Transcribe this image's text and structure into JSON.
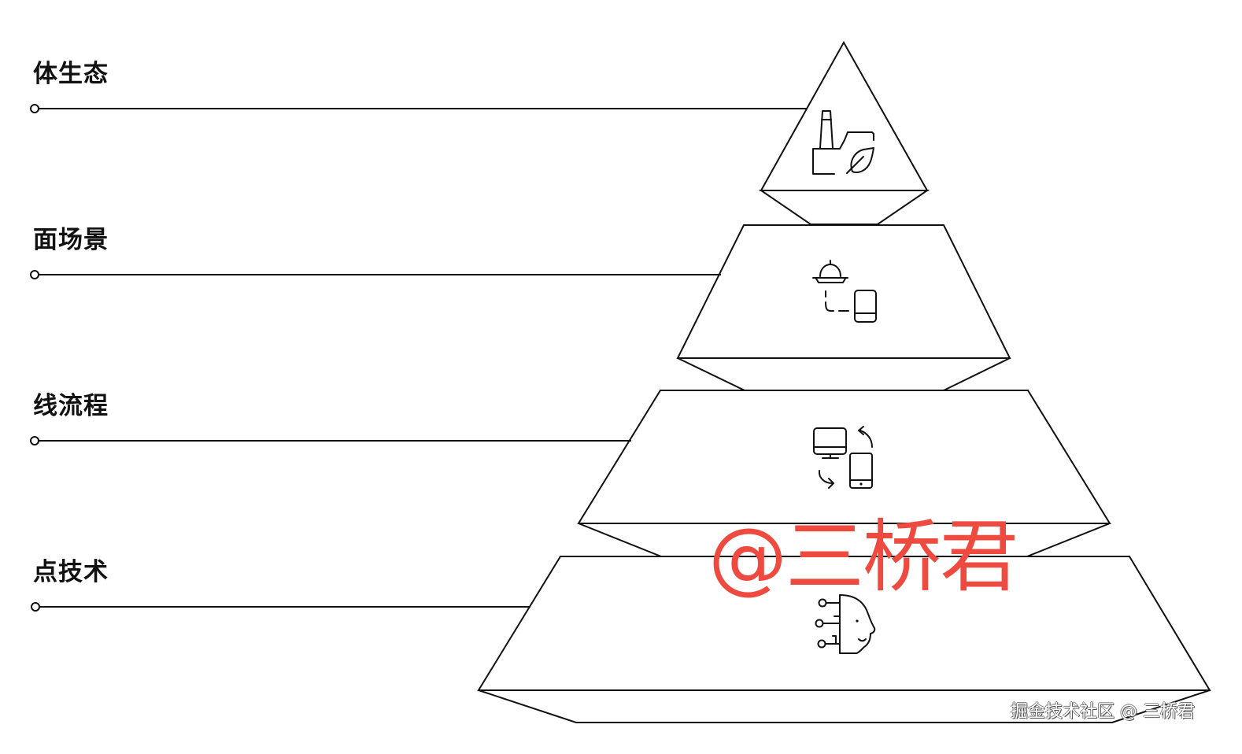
{
  "diagram": {
    "type": "pyramid",
    "tiers": [
      {
        "index": 1,
        "label": "体生态",
        "icon": "factory-leaf-icon"
      },
      {
        "index": 2,
        "label": "面场景",
        "icon": "food-cloche-phone-icon"
      },
      {
        "index": 3,
        "label": "线流程",
        "icon": "desktop-phone-sync-icon"
      },
      {
        "index": 4,
        "label": "点技术",
        "icon": "ai-head-circuit-icon"
      }
    ],
    "colors": {
      "stroke": "#111111",
      "background": "#ffffff",
      "watermark": "#ef4a40"
    }
  },
  "watermarks": {
    "main": "@三桥君",
    "footer": "掘金技术社区 @ 三桥君"
  }
}
